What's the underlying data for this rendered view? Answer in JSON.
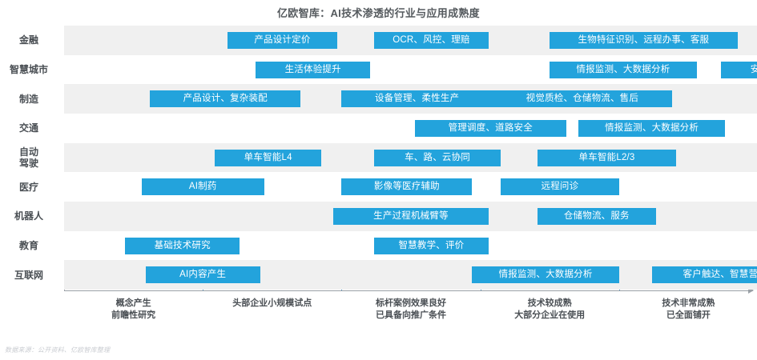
{
  "header": {
    "title": "亿欧智库：AI技术渗透的行业与应用成熟度"
  },
  "footer": {
    "source": "数据来源：公开资料、亿欧智库整理"
  },
  "colors": {
    "bar": "#23a3dc",
    "band": "#f0f0f0",
    "axis": "#9aa0a6",
    "grid": "#4a94c9",
    "text": "#4a4f54"
  },
  "chart_data": {
    "type": "bar",
    "title": "亿欧智库：AI技术渗透的行业与应用成熟度",
    "xlabel": "",
    "ylabel": "",
    "grid": true,
    "legend": "none",
    "xlim": [
      0,
      5
    ],
    "axis_stages": [
      {
        "line1": "概念产生",
        "line2": "前瞻性研究",
        "center": 0.5
      },
      {
        "line1": "头部企业小规模试点",
        "line2": "",
        "center": 1.5
      },
      {
        "line1": "标杆案例效果良好",
        "line2": "已具备向推广条件",
        "center": 2.5
      },
      {
        "line1": "技术较成熟",
        "line2": "大部分企业在使用",
        "center": 3.5
      },
      {
        "line1": "技术非常成熟",
        "line2": "已全面铺开",
        "center": 4.5
      }
    ],
    "gridlines_x": [
      1,
      2,
      3,
      4
    ],
    "categories": [
      "金融",
      "智慧城市",
      "制造",
      "交通",
      "自动\n驾驶",
      "医疗",
      "机器人",
      "教育",
      "互联网"
    ],
    "rows": [
      {
        "label": "金融",
        "label_lines": [
          "金融"
        ],
        "bars": [
          {
            "text": "产品设计定价",
            "x0": 1.176,
            "x1": 1.97
          },
          {
            "text": "OCR、风控、理赔",
            "x0": 2.235,
            "x1": 3.059
          },
          {
            "text": "生物特征识别、远程办事、客服",
            "x0": 3.5,
            "x1": 4.853
          }
        ]
      },
      {
        "label": "智慧城市",
        "label_lines": [
          "智慧城市"
        ],
        "bars": [
          {
            "text": "生活体验提升",
            "x0": 1.382,
            "x1": 2.206
          },
          {
            "text": "情报监测、大数据分析",
            "x0": 3.5,
            "x1": 4.559
          },
          {
            "text": "安防",
            "x0": 4.735,
            "x1": 5.294
          }
        ]
      },
      {
        "label": "制造",
        "label_lines": [
          "制造"
        ],
        "bars": [
          {
            "text": "产品设计、复杂装配",
            "x0": 0.618,
            "x1": 1.706
          },
          {
            "text": "设备管理、柔性生产",
            "x0": 2.0,
            "x1": 3.088
          },
          {
            "text": "视觉质检、仓储物流、售后",
            "x0": 3.088,
            "x1": 4.382
          }
        ]
      },
      {
        "label": "交通",
        "label_lines": [
          "交通"
        ],
        "bars": [
          {
            "text": "管理调度、道路安全",
            "x0": 2.529,
            "x1": 3.618
          },
          {
            "text": "情报监测、大数据分析",
            "x0": 3.706,
            "x1": 4.765
          }
        ]
      },
      {
        "label": "自动驾驶",
        "label_lines": [
          "自动",
          "驾驶"
        ],
        "bars": [
          {
            "text": "单车智能L4",
            "x0": 1.088,
            "x1": 1.853
          },
          {
            "text": "车、路、云协同",
            "x0": 2.235,
            "x1": 3.147
          },
          {
            "text": "单车智能L2/3",
            "x0": 3.412,
            "x1": 4.412
          }
        ]
      },
      {
        "label": "医疗",
        "label_lines": [
          "医疗"
        ],
        "bars": [
          {
            "text": "AI制药",
            "x0": 0.559,
            "x1": 1.441
          },
          {
            "text": "影像等医疗辅助",
            "x0": 2.0,
            "x1": 2.941
          },
          {
            "text": "远程问诊",
            "x0": 3.147,
            "x1": 4.0
          }
        ]
      },
      {
        "label": "机器人",
        "label_lines": [
          "机器人"
        ],
        "bars": [
          {
            "text": "生产过程机械臂等",
            "x0": 1.941,
            "x1": 3.059
          },
          {
            "text": "仓储物流、服务",
            "x0": 3.412,
            "x1": 4.265
          }
        ]
      },
      {
        "label": "教育",
        "label_lines": [
          "教育"
        ],
        "bars": [
          {
            "text": "基础技术研究",
            "x0": 0.441,
            "x1": 1.265
          },
          {
            "text": "智慧教学、评价",
            "x0": 2.235,
            "x1": 3.059
          }
        ]
      },
      {
        "label": "互联网",
        "label_lines": [
          "互联网"
        ],
        "bars": [
          {
            "text": "AI内容产生",
            "x0": 0.588,
            "x1": 1.412
          },
          {
            "text": "情报监测、大数据分析",
            "x0": 2.941,
            "x1": 4.0
          },
          {
            "text": "客户触达、智慧营销",
            "x0": 4.235,
            "x1": 5.294
          }
        ]
      }
    ]
  }
}
